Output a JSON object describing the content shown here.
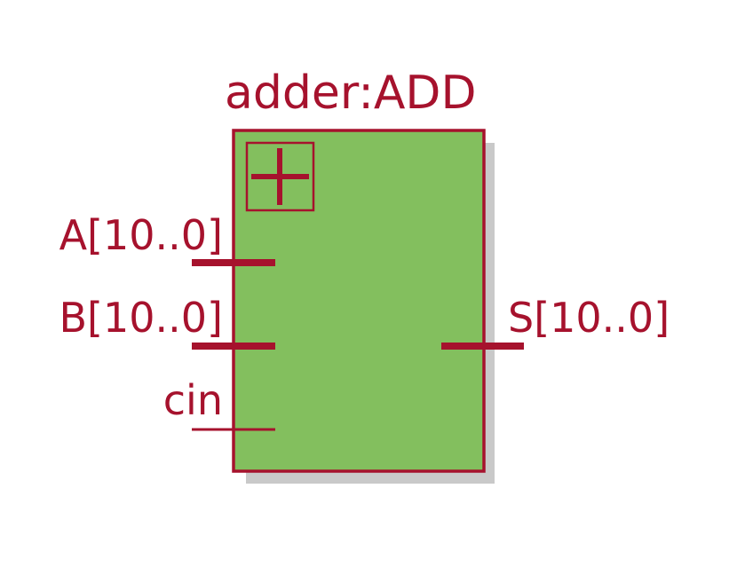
{
  "block": {
    "title": "adder:ADD",
    "fill_color": "#83bf5e",
    "stroke_color": "#a6122d",
    "shadow_color": "#c9c9c9",
    "symbol": "plus-symbol-icon"
  },
  "ports": {
    "inputs": [
      {
        "label": "A[10..0]",
        "bus": true
      },
      {
        "label": "B[10..0]",
        "bus": true
      },
      {
        "label": "cin",
        "bus": false
      }
    ],
    "outputs": [
      {
        "label": "S[10..0]",
        "bus": true
      }
    ]
  }
}
